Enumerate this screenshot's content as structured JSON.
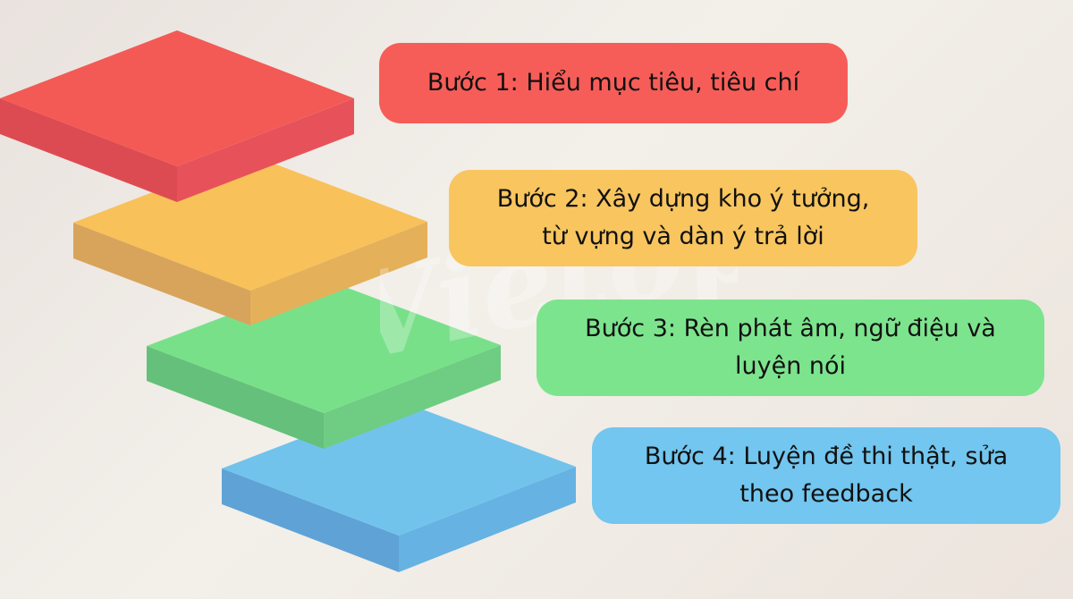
{
  "watermark": {
    "text": "Vietop"
  },
  "steps": [
    {
      "label": "Bước 1: Hiểu mục tiêu, tiêu chí",
      "lines": [
        "Bước 1: Hiểu mục tiêu, tiêu chí"
      ],
      "colors": {
        "top": "#f35a55",
        "side_front": "#dd4b52",
        "side_right": "#e7525a",
        "box": "#f75d58"
      }
    },
    {
      "label": "Bước 2: Xây dựng kho ý tưởng, từ vựng và dàn ý trả lời",
      "lines": [
        "Bước 2: Xây dựng kho ý tưởng,",
        "từ vựng và dàn ý trả lời"
      ],
      "colors": {
        "top": "#f8c15a",
        "side_front": "#d8a45b",
        "side_right": "#e4b05a",
        "box": "#f8c55f"
      }
    },
    {
      "label": "Bước 3: Rèn phát âm, ngữ điệu và luyện nói",
      "lines": [
        "Bước 3: Rèn phát âm, ngữ điệu và",
        "luyện nói"
      ],
      "colors": {
        "top": "#79e08a",
        "side_front": "#64c07a",
        "side_right": "#6ecd82",
        "box": "#7de48e"
      }
    },
    {
      "label": "Bước 4: Luyện đề thi thật, sửa theo feedback",
      "lines": [
        "Bước 4: Luyện đề thi thật, sửa",
        "theo feedback"
      ],
      "colors": {
        "top": "#71c3ec",
        "side_front": "#5fa2d6",
        "side_right": "#66b2e2",
        "box": "#72c6ef"
      }
    }
  ]
}
